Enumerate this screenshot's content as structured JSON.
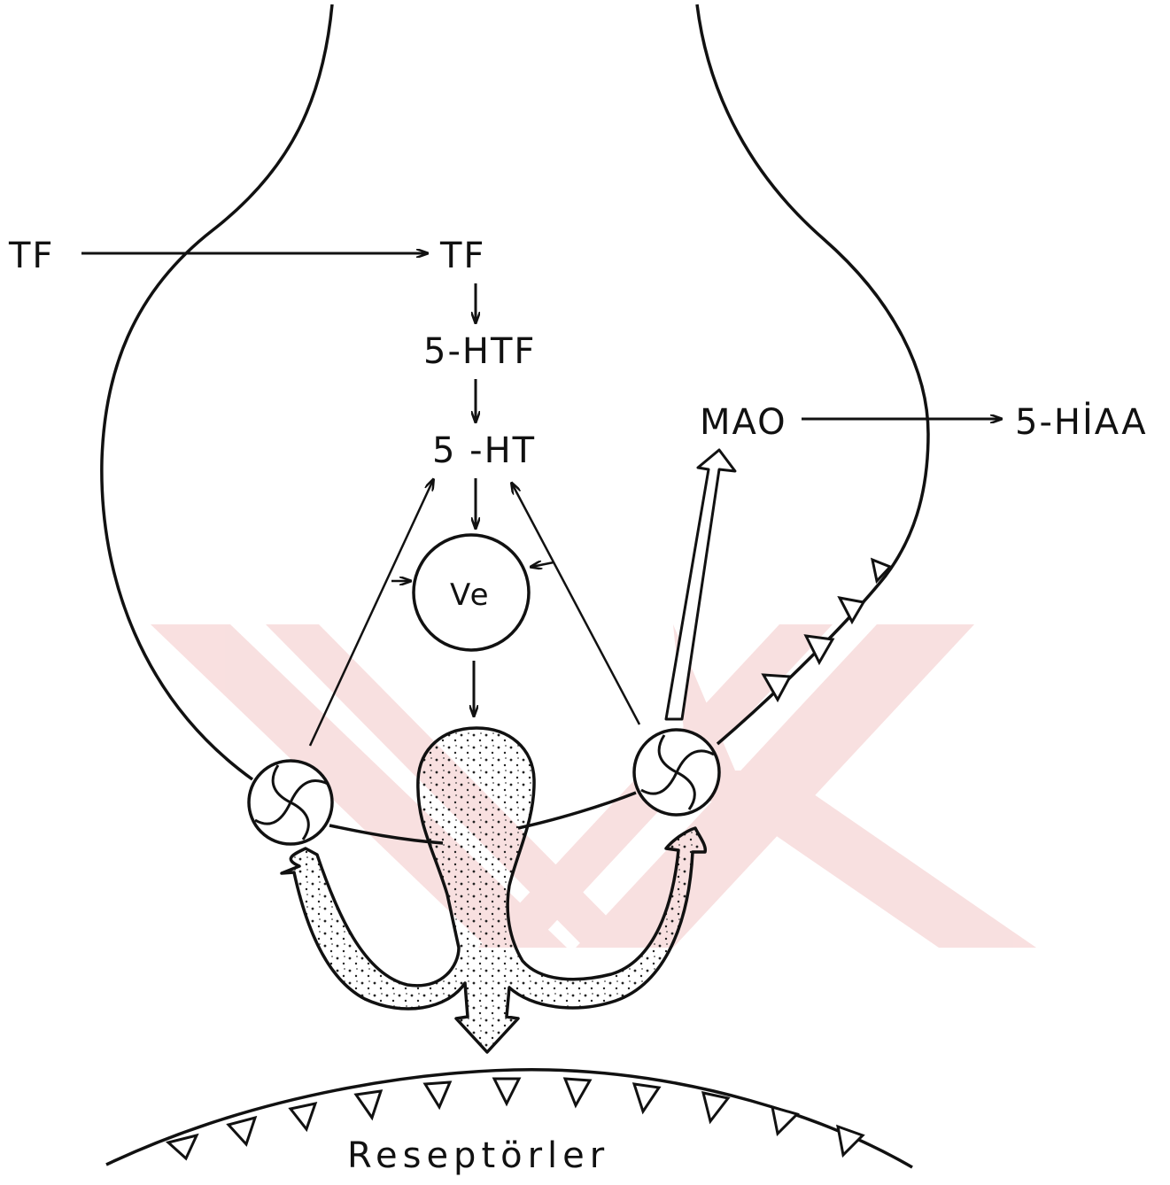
{
  "labels": {
    "tf_outside": "TF",
    "tf_inside": "TF",
    "five_htf": "5-HTF",
    "five_ht": "5 -HT",
    "vesicle": "Ve",
    "mao": "MAO",
    "five_hiaa": "5-HİAA",
    "receptors": "Reseptörler"
  },
  "colors": {
    "ink": "#111111",
    "paper": "#ffffff",
    "watermark": "#f4c7c7"
  }
}
